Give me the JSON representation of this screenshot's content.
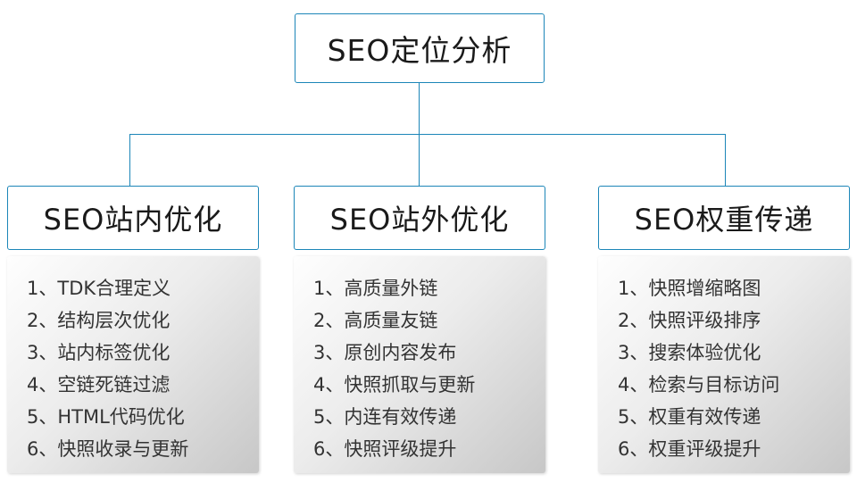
{
  "root": {
    "title": "SEO定位分析"
  },
  "columns": [
    {
      "title": "SEO站内优化",
      "items": [
        "1、TDK合理定义",
        "2、结构层次优化",
        "3、站内标签优化",
        "4、空链死链过滤",
        "5、HTML代码优化",
        "6、快照收录与更新"
      ]
    },
    {
      "title": "SEO站外优化",
      "items": [
        "1、高质量外链",
        "2、高质量友链",
        "3、原创内容发布",
        "4、快照抓取与更新",
        "5、内连有效传递",
        "6、快照评级提升"
      ]
    },
    {
      "title": "SEO权重传递",
      "items": [
        "1、快照增缩略图",
        "2、快照评级排序",
        "3、搜索体验优化",
        "4、检索与目标访问",
        "5、权重有效传递",
        "6、权重评级提升"
      ]
    }
  ],
  "colors": {
    "border_blue": "#1c86b8",
    "item_text": "#333333",
    "header_text": "#1a1a1a",
    "list_gradient_start": "#fefefe",
    "list_gradient_end": "#c7c7c7"
  }
}
